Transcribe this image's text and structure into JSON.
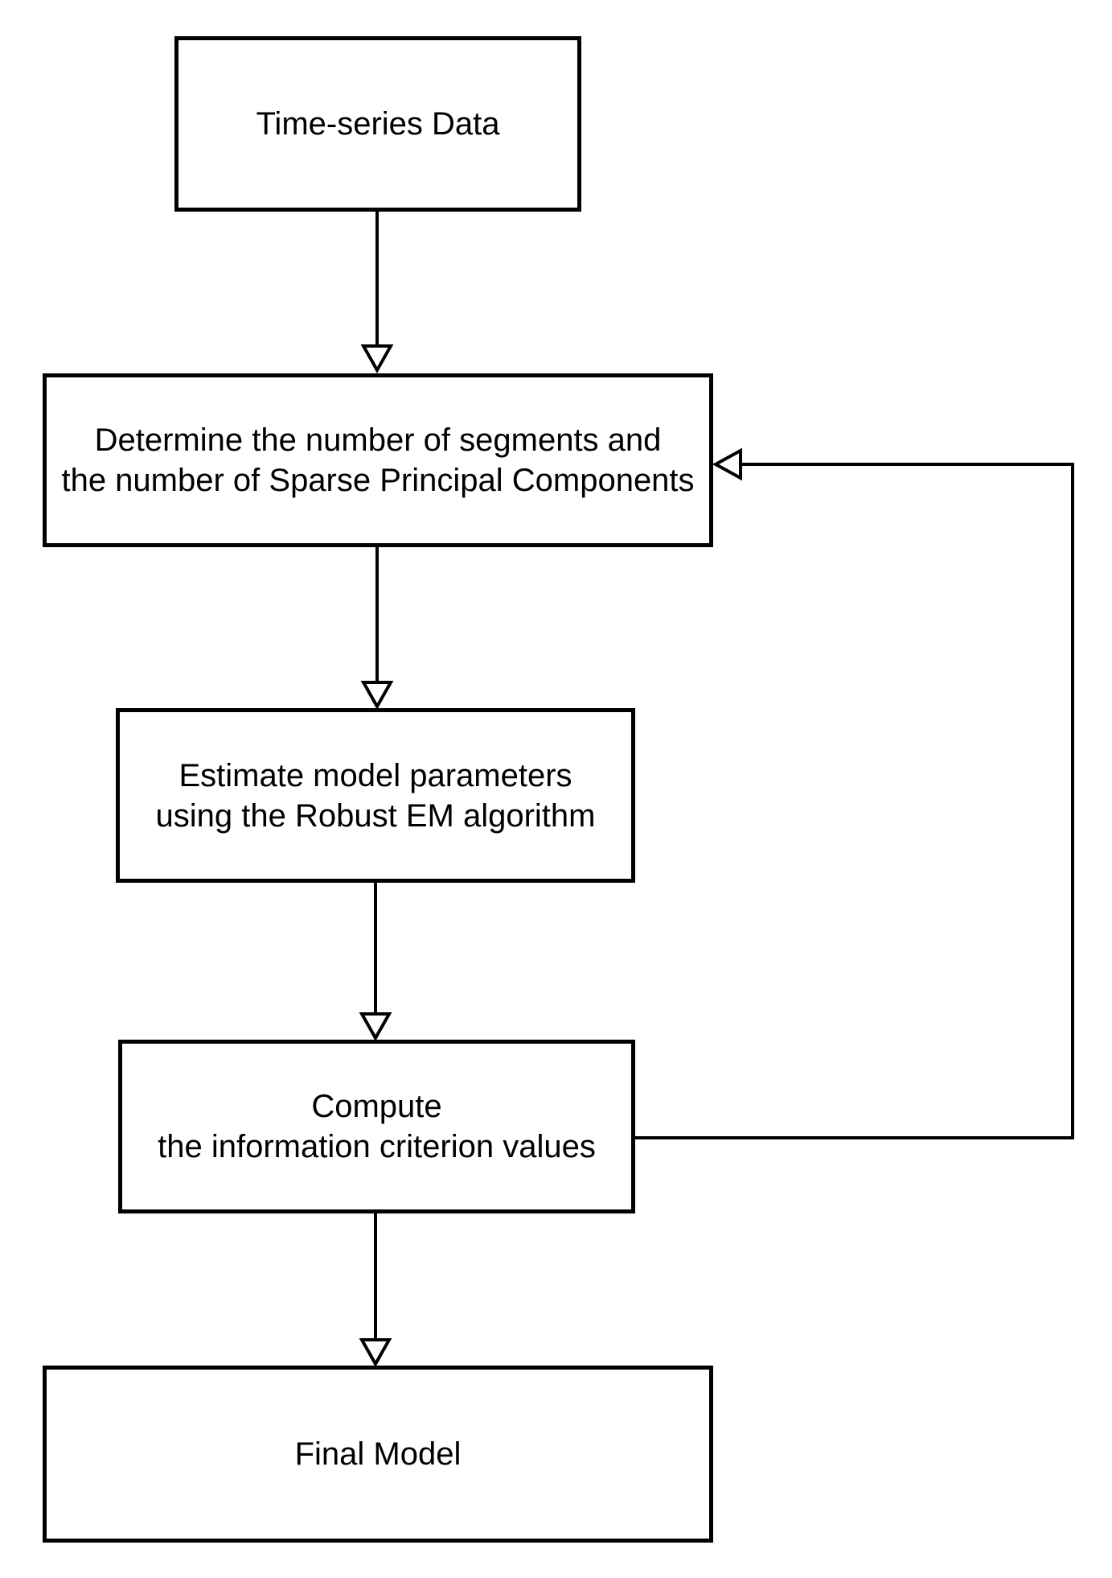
{
  "diagram": {
    "type": "flowchart",
    "background_color": "#ffffff",
    "stroke_color": "#000000",
    "text_color": "#000000",
    "nodes": [
      {
        "id": "time-series-data",
        "label": "Time-series Data"
      },
      {
        "id": "determine-segments-spcs",
        "label": "Determine the number of segments and\nthe number of Sparse Principal Components"
      },
      {
        "id": "estimate-parameters",
        "label": "Estimate model parameters\nusing the Robust EM algorithm"
      },
      {
        "id": "compute-ic",
        "label": "Compute\nthe information criterion values"
      },
      {
        "id": "final-model",
        "label": "Final Model"
      }
    ],
    "edges": [
      {
        "from": "time-series-data",
        "to": "determine-segments-spcs",
        "arrowhead": "open-triangle",
        "kind": "forward"
      },
      {
        "from": "determine-segments-spcs",
        "to": "estimate-parameters",
        "arrowhead": "open-triangle",
        "kind": "forward"
      },
      {
        "from": "estimate-parameters",
        "to": "compute-ic",
        "arrowhead": "open-triangle",
        "kind": "forward"
      },
      {
        "from": "compute-ic",
        "to": "final-model",
        "arrowhead": "open-triangle",
        "kind": "forward"
      },
      {
        "from": "compute-ic",
        "to": "determine-segments-spcs",
        "arrowhead": "open-triangle",
        "kind": "feedback-loop"
      }
    ]
  }
}
